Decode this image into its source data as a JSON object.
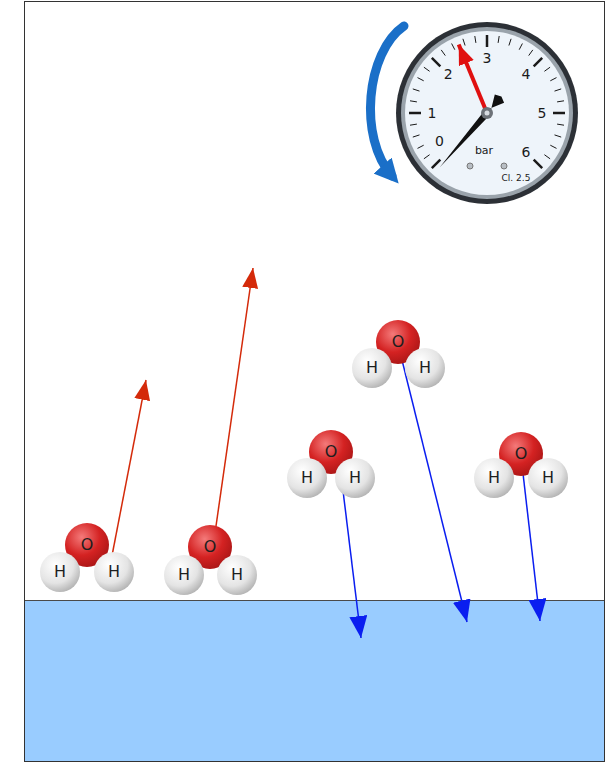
{
  "diagram": {
    "nodes": [
      {
        "text": [
          "O"
        ]
      },
      {
        "text": [
          "H"
        ]
      },
      {
        "text": [
          "H"
        ]
      },
      {
        "text": [
          "O"
        ]
      },
      {
        "text": [
          "H"
        ]
      },
      {
        "text": [
          "H"
        ]
      },
      {
        "text": [
          "O"
        ]
      },
      {
        "text": [
          "H"
        ]
      },
      {
        "text": [
          "H"
        ]
      },
      {
        "text": [
          "O"
        ]
      },
      {
        "text": [
          "H"
        ]
      },
      {
        "text": [
          "H"
        ]
      },
      {
        "text": [
          "O"
        ]
      },
      {
        "text": [
          "H"
        ]
      },
      {
        "text": [
          "H"
        ]
      }
    ],
    "labels": [
      "0",
      "1",
      "2",
      "3",
      "4",
      "5",
      "6",
      "bar",
      "Cl. 2.5"
    ]
  }
}
